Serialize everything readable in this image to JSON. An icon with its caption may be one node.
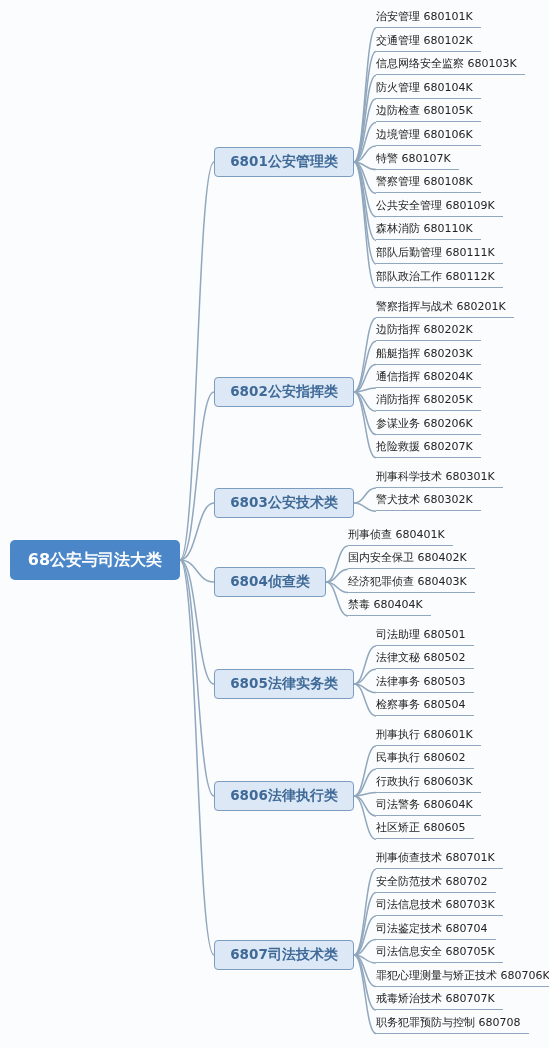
{
  "diagram": {
    "nodes": [
      {
        "text": [
          "68公安与司法大类"
        ]
      },
      {
        "text": [
          "6801公安管理类"
        ]
      },
      {
        "text": [
          "治安管理 680101K"
        ]
      },
      {
        "text": [
          "交通管理 680102K"
        ]
      },
      {
        "text": [
          "信息网络安全监察 680103K"
        ]
      },
      {
        "text": [
          "防火管理 680104K"
        ]
      },
      {
        "text": [
          "边防检查 680105K"
        ]
      },
      {
        "text": [
          "边境管理 680106K"
        ]
      },
      {
        "text": [
          "特警 680107K"
        ]
      },
      {
        "text": [
          "警察管理 680108K"
        ]
      },
      {
        "text": [
          "公共安全管理 680109K"
        ]
      },
      {
        "text": [
          "森林消防 680110K"
        ]
      },
      {
        "text": [
          "部队后勤管理 680111K"
        ]
      },
      {
        "text": [
          "部队政治工作 680112K"
        ]
      },
      {
        "text": [
          "6802公安指挥类"
        ]
      },
      {
        "text": [
          "警察指挥与战术 680201K"
        ]
      },
      {
        "text": [
          "边防指挥 680202K"
        ]
      },
      {
        "text": [
          "船艇指挥 680203K"
        ]
      },
      {
        "text": [
          "通信指挥 680204K"
        ]
      },
      {
        "text": [
          "消防指挥 680205K"
        ]
      },
      {
        "text": [
          "参谋业务 680206K"
        ]
      },
      {
        "text": [
          "抢险救援 680207K"
        ]
      },
      {
        "text": [
          "6803公安技术类"
        ]
      },
      {
        "text": [
          "刑事科学技术 680301K"
        ]
      },
      {
        "text": [
          "警犬技术 680302K"
        ]
      },
      {
        "text": [
          "6804侦查类"
        ]
      },
      {
        "text": [
          "刑事侦查 680401K"
        ]
      },
      {
        "text": [
          "国内安全保卫 680402K"
        ]
      },
      {
        "text": [
          "经济犯罪侦查 680403K"
        ]
      },
      {
        "text": [
          "禁毒 680404K"
        ]
      },
      {
        "text": [
          "6805法律实务类"
        ]
      },
      {
        "text": [
          "司法助理 680501"
        ]
      },
      {
        "text": [
          "法律文秘 680502"
        ]
      },
      {
        "text": [
          "法律事务 680503"
        ]
      },
      {
        "text": [
          "检察事务 680504"
        ]
      },
      {
        "text": [
          "6806法律执行类"
        ]
      },
      {
        "text": [
          "刑事执行 680601K"
        ]
      },
      {
        "text": [
          "民事执行 680602"
        ]
      },
      {
        "text": [
          "行政执行 680603K"
        ]
      },
      {
        "text": [
          "司法警务 680604K"
        ]
      },
      {
        "text": [
          "社区矫正 680605"
        ]
      },
      {
        "text": [
          "6807司法技术类"
        ]
      },
      {
        "text": [
          "刑事侦查技术 680701K"
        ]
      },
      {
        "text": [
          "安全防范技术 680702"
        ]
      },
      {
        "text": [
          "司法信息技术 680703K"
        ]
      },
      {
        "text": [
          "司法鉴定技术 680704"
        ]
      },
      {
        "text": [
          "司法信息安全 680705K"
        ]
      },
      {
        "text": [
          "罪犯心理测量与矫正技术 680706K"
        ]
      },
      {
        "text": [
          "戒毒矫治技术 680707K"
        ]
      },
      {
        "text": [
          "职务犯罪预防与控制 680708"
        ]
      }
    ],
    "edges": [
      {
        "from": 0,
        "to": 1,
        "arrow": "none"
      },
      {
        "from": 1,
        "to": 2,
        "arrow": "none"
      },
      {
        "from": 1,
        "to": 3,
        "arrow": "none"
      },
      {
        "from": 1,
        "to": 4,
        "arrow": "none"
      },
      {
        "from": 1,
        "to": 5,
        "arrow": "none"
      },
      {
        "from": 1,
        "to": 6,
        "arrow": "none"
      },
      {
        "from": 1,
        "to": 7,
        "arrow": "none"
      },
      {
        "from": 1,
        "to": 8,
        "arrow": "none"
      },
      {
        "from": 1,
        "to": 9,
        "arrow": "none"
      },
      {
        "from": 1,
        "to": 10,
        "arrow": "none"
      },
      {
        "from": 1,
        "to": 11,
        "arrow": "none"
      },
      {
        "from": 1,
        "to": 12,
        "arrow": "none"
      },
      {
        "from": 1,
        "to": 13,
        "arrow": "none"
      },
      {
        "from": 0,
        "to": 14,
        "arrow": "none"
      },
      {
        "from": 14,
        "to": 15,
        "arrow": "none"
      },
      {
        "from": 14,
        "to": 16,
        "arrow": "none"
      },
      {
        "from": 14,
        "to": 17,
        "arrow": "none"
      },
      {
        "from": 14,
        "to": 18,
        "arrow": "none"
      },
      {
        "from": 14,
        "to": 19,
        "arrow": "none"
      },
      {
        "from": 14,
        "to": 20,
        "arrow": "none"
      },
      {
        "from": 14,
        "to": 21,
        "arrow": "none"
      },
      {
        "from": 0,
        "to": 22,
        "arrow": "none"
      },
      {
        "from": 22,
        "to": 23,
        "arrow": "none"
      },
      {
        "from": 22,
        "to": 24,
        "arrow": "none"
      },
      {
        "from": 0,
        "to": 25,
        "arrow": "none"
      },
      {
        "from": 25,
        "to": 26,
        "arrow": "none"
      },
      {
        "from": 25,
        "to": 27,
        "arrow": "none"
      },
      {
        "from": 25,
        "to": 28,
        "arrow": "none"
      },
      {
        "from": 25,
        "to": 29,
        "arrow": "none"
      },
      {
        "from": 0,
        "to": 30,
        "arrow": "none"
      },
      {
        "from": 30,
        "to": 31,
        "arrow": "none"
      },
      {
        "from": 30,
        "to": 32,
        "arrow": "none"
      },
      {
        "from": 30,
        "to": 33,
        "arrow": "none"
      },
      {
        "from": 30,
        "to": 34,
        "arrow": "none"
      },
      {
        "from": 0,
        "to": 35,
        "arrow": "none"
      },
      {
        "from": 35,
        "to": 36,
        "arrow": "none"
      },
      {
        "from": 35,
        "to": 37,
        "arrow": "none"
      },
      {
        "from": 35,
        "to": 38,
        "arrow": "none"
      },
      {
        "from": 35,
        "to": 39,
        "arrow": "none"
      },
      {
        "from": 35,
        "to": 40,
        "arrow": "none"
      },
      {
        "from": 0,
        "to": 41,
        "arrow": "none"
      },
      {
        "from": 41,
        "to": 42,
        "arrow": "none"
      },
      {
        "from": 41,
        "to": 43,
        "arrow": "none"
      },
      {
        "from": 41,
        "to": 44,
        "arrow": "none"
      },
      {
        "from": 41,
        "to": 45,
        "arrow": "none"
      },
      {
        "from": 41,
        "to": 46,
        "arrow": "none"
      },
      {
        "from": 41,
        "to": 47,
        "arrow": "none"
      },
      {
        "from": 41,
        "to": 48,
        "arrow": "none"
      },
      {
        "from": 41,
        "to": 49,
        "arrow": "none"
      }
    ]
  }
}
